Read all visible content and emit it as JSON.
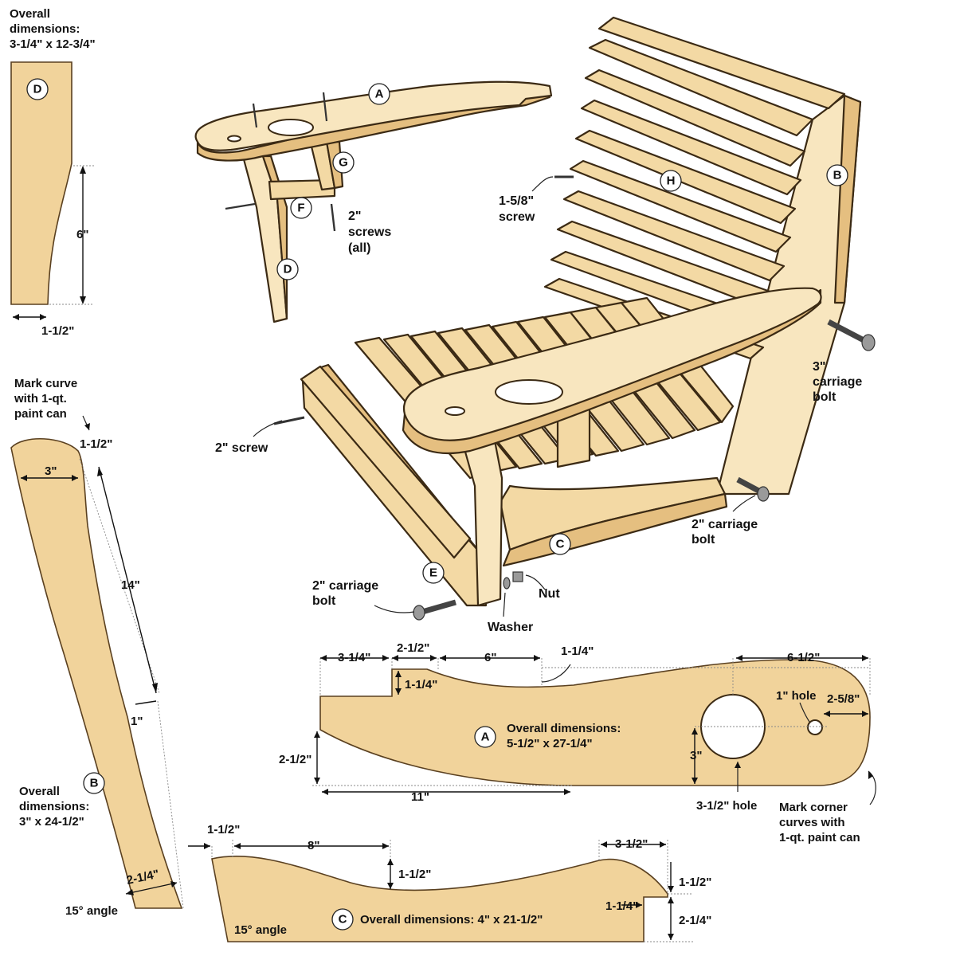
{
  "part_d": {
    "title_lines": [
      "Overall",
      "dimensions:",
      "3-1/4\" x 12-3/4\""
    ],
    "dim_height": "6\"",
    "dim_width": "1-1/2\""
  },
  "part_b": {
    "note_lines": [
      "Mark curve",
      "with 1-qt.",
      "paint can"
    ],
    "dim_top_offset": "1-1/2\"",
    "dim_top_width": "3\"",
    "dim_length": "14\"",
    "dim_inset": "1\"",
    "dim_bottom_width": "2-1/4\"",
    "angle": "15° angle",
    "overall_lines": [
      "Overall",
      "dimensions:",
      "3\" x 24-1/2\""
    ]
  },
  "part_a": {
    "dim_left": "3-1/4\"",
    "dim_notch_w": "2-1/2\"",
    "dim_six": "6\"",
    "dim_notch_h": "1-1/4\"",
    "dim_callout": "1-1/4\"",
    "dim_right": "6-1/2\"",
    "hole_small": "1\" hole",
    "dim_small_off": "2-5/8\"",
    "overall_lines": [
      "Overall dimensions:",
      "5-1/2\" x 27-1/4\""
    ],
    "dim_height": "2-1/2\"",
    "dim_hole_off": "3\"",
    "dim_bottom": "11\"",
    "hole_large": "3-1/2\" hole",
    "corner_lines": [
      "Mark corner",
      "curves with",
      "1-qt. paint can"
    ]
  },
  "part_c": {
    "dim_left": "1-1/2\"",
    "dim_eight": "8\"",
    "dim_right": "3-1/2\"",
    "dim_dip": "1-1/2\"",
    "dim_right_h": "1-1/2\"",
    "dim_notch": "1-1/4\"",
    "dim_base": "2-1/4\"",
    "angle": "15° angle",
    "overall": "Overall dimensions: 4\" x 21-1/2\""
  },
  "chair": {
    "screw_label_lines": [
      "1-5/8\"",
      "screw"
    ],
    "bolt3_lines": [
      "3\"",
      "carriage",
      "bolt"
    ],
    "screw2": "2\" screw",
    "bolt2_right_lines": [
      "2\" carriage",
      "bolt"
    ],
    "bolt2_left_lines": [
      "2\" carriage",
      "bolt"
    ],
    "nut": "Nut",
    "washer": "Washer"
  },
  "armrest": {
    "screws_lines": [
      "2\"",
      "screws",
      "(all)"
    ]
  },
  "badges": {
    "A": "A",
    "B": "B",
    "C": "C",
    "D": "D",
    "E": "E",
    "F": "F",
    "G": "G",
    "H": "H"
  }
}
